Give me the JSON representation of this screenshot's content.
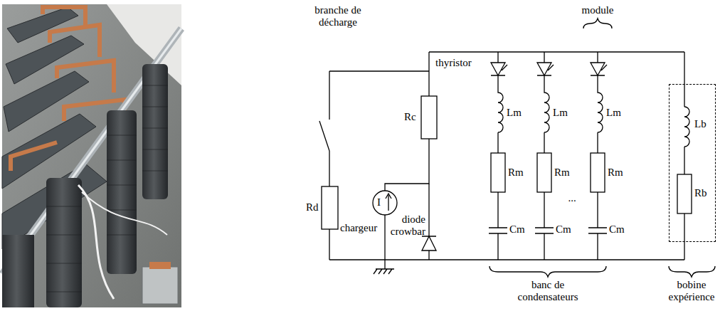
{
  "diagram": {
    "nodes": [
      {
        "text": [
          "Lb",
          "Rb"
        ]
      }
    ],
    "labels": [
      "branche de décharge",
      "thyristor",
      "module",
      "Rc",
      "I",
      "chargeur",
      "diode crowbar",
      "Rd",
      "Lm",
      "Lm",
      "Lm",
      "Rm",
      "Rm",
      "Rm",
      "...",
      "Cm",
      "Cm",
      "Cm",
      "banc de condensateurs",
      "bobine expérience"
    ]
  }
}
